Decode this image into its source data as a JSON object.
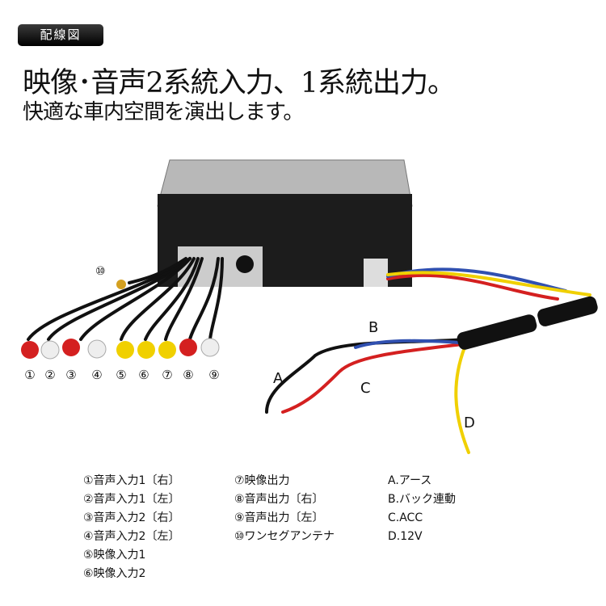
{
  "badge": "配線図",
  "title": "映像･音声2系統入力、1系統出力。",
  "subtitle": "快適な車内空間を演出します。",
  "connector_numbers": [
    "①",
    "②",
    "③",
    "④",
    "⑤",
    "⑥",
    "⑦",
    "⑧",
    "⑨"
  ],
  "antenna_number": "⑩",
  "wire_labels": {
    "a": "A",
    "b": "B",
    "c": "C",
    "d": "D"
  },
  "legend": {
    "col1": [
      "①音声入力1〔右〕",
      "②音声入力1〔左〕",
      "③音声入力2〔右〕",
      "④音声入力2〔左〕",
      "⑤映像入力1",
      "⑥映像入力2"
    ],
    "col2": [
      "⑦映像出力",
      "⑧音声出力〔右〕",
      "⑨音声出力〔左〕",
      "⑩ワンセグアンテナ"
    ],
    "col3": [
      "A.アース",
      "B.バック連動",
      "C.ACC",
      "D.12V"
    ]
  },
  "colors": {
    "red": "#d42020",
    "white": "#eeeeee",
    "yellow": "#f0d000",
    "black": "#111111",
    "blue": "#3050b0"
  }
}
